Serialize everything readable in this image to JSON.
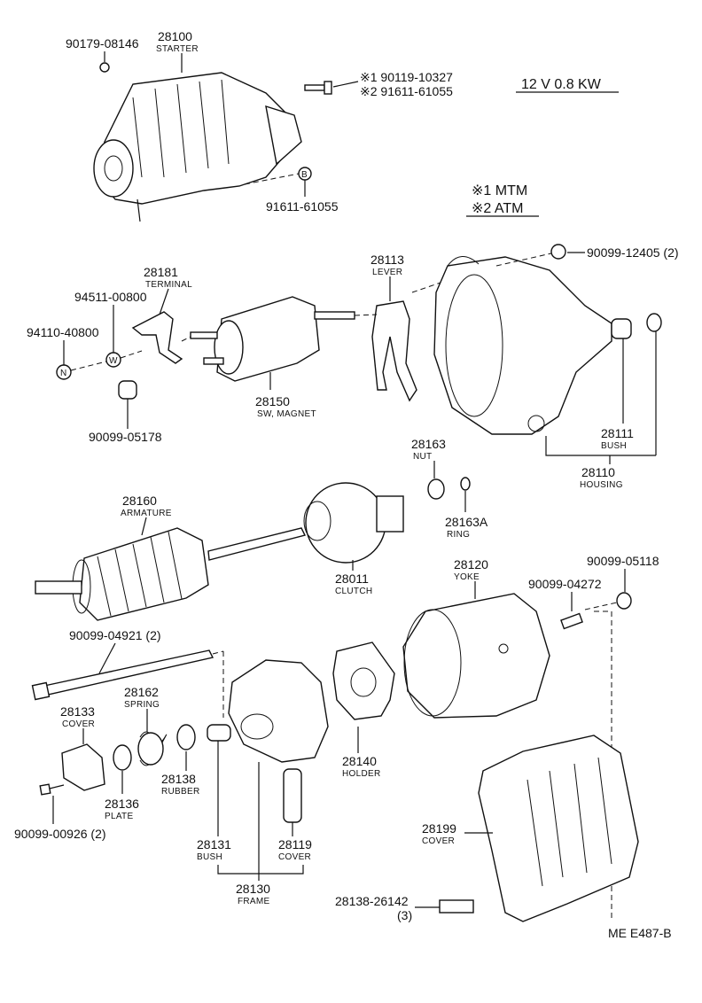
{
  "header": {
    "spec": "12 V  0.8 KW",
    "note1": "※1 MTM",
    "note2": "※2 ATM"
  },
  "labels": {
    "p28100": {
      "num": "28100",
      "name": "STARTER"
    },
    "p90179": {
      "num": "90179-08146"
    },
    "pNote1": {
      "num": "※1  90119-10327"
    },
    "pNote2": {
      "num": "※2  91611-61055"
    },
    "p91611": {
      "num": "91611-61055"
    },
    "p90099_12405": {
      "num": "90099-12405  (2)"
    },
    "p28113": {
      "num": "28113",
      "name": "LEVER"
    },
    "p28181": {
      "num": "28181",
      "name": "TERMINAL"
    },
    "p94511": {
      "num": "94511-00800"
    },
    "p94110": {
      "num": "94110-40800"
    },
    "p28150": {
      "num": "28150",
      "name": "SW, MAGNET"
    },
    "p90099_05178": {
      "num": "90099-05178"
    },
    "p28111": {
      "num": "28111",
      "name": "BUSH"
    },
    "p28110": {
      "num": "28110",
      "name": "HOUSING"
    },
    "p28163": {
      "num": "28163",
      "name": "NUT"
    },
    "p28163A": {
      "num": "28163A",
      "name": "RING"
    },
    "p28160": {
      "num": "28160",
      "name": "ARMATURE"
    },
    "p28011": {
      "num": "28011",
      "name": "CLUTCH"
    },
    "p28120": {
      "num": "28120",
      "name": "YOKE"
    },
    "p90099_05118": {
      "num": "90099-05118"
    },
    "p90099_04272": {
      "num": "90099-04272"
    },
    "p90099_04921": {
      "num": "90099-04921  (2)"
    },
    "p28162": {
      "num": "28162",
      "name": "SPRING"
    },
    "p28133": {
      "num": "28133",
      "name": "COVER"
    },
    "p28138": {
      "num": "28138",
      "name": "RUBBER"
    },
    "p28136": {
      "num": "28136",
      "name": "PLATE"
    },
    "p90099_00926": {
      "num": "90099-00926  (2)"
    },
    "p28140": {
      "num": "28140",
      "name": "HOLDER"
    },
    "p28199": {
      "num": "28199",
      "name": "COVER"
    },
    "p28131": {
      "num": "28131",
      "name": "BUSH"
    },
    "p28119": {
      "num": "28119",
      "name": "COVER"
    },
    "p28130": {
      "num": "28130",
      "name": "FRAME"
    },
    "p28138_26142": {
      "num": "28138-26142",
      "qty": "(3)"
    }
  },
  "markers": {
    "b": "B",
    "n": "N",
    "w": "W"
  },
  "footer": {
    "code": "ME  E487-B"
  }
}
